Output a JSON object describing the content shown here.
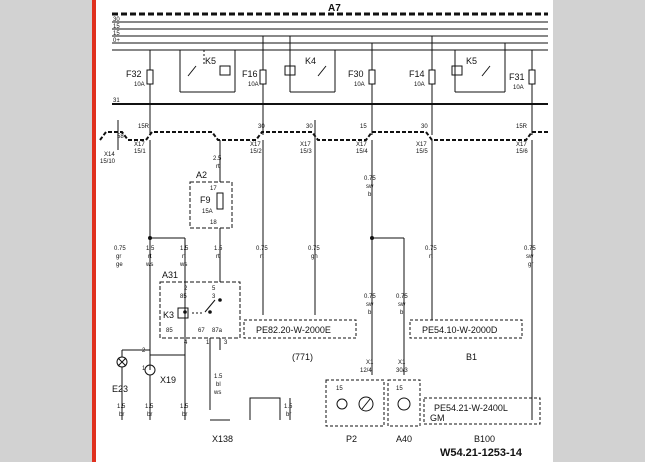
{
  "diagram": {
    "module_label": "A7",
    "bus_labels": [
      "30",
      "15",
      "15",
      "0+"
    ],
    "ground_bus_label": "31",
    "fuses": [
      {
        "name": "F32",
        "rating": "10A"
      },
      {
        "name": "F16",
        "rating": "10A"
      },
      {
        "name": "F30",
        "rating": "10A"
      },
      {
        "name": "F14",
        "rating": "10A"
      },
      {
        "name": "F31",
        "rating": "10A"
      }
    ],
    "relays": [
      "K5",
      "K4",
      "K5"
    ],
    "bus_taps": [
      "15R",
      "30",
      "30",
      "15",
      "30",
      "15R"
    ],
    "left_stub_label": "58",
    "connectors": [
      {
        "name": "X14",
        "pin": "15/10"
      },
      {
        "name": "X17",
        "pin": "15/1"
      },
      {
        "name": "X17",
        "pin": "15/2"
      },
      {
        "name": "X17",
        "pin": "15/3"
      },
      {
        "name": "X17",
        "pin": "15/4"
      },
      {
        "name": "X17",
        "pin": "15/5"
      },
      {
        "name": "X17",
        "pin": "15/6"
      }
    ],
    "a2": {
      "name": "A2",
      "fuse": "F9",
      "rating": "15A",
      "pins": [
        "17",
        "18"
      ],
      "wire_size": "2.5",
      "wire_color": "rt"
    },
    "wires": [
      {
        "size": "0.75",
        "color": "gr",
        "color2": "ge"
      },
      {
        "size": "1.5",
        "color": "rt",
        "color2": "ws"
      },
      {
        "size": "1.5",
        "color": "rt",
        "color2": "ws"
      },
      {
        "size": "1.5",
        "color": "rt",
        "color2": ""
      },
      {
        "size": "0.75",
        "color": "rt",
        "color2": ""
      },
      {
        "size": "0.75",
        "color": "gn",
        "color2": ""
      },
      {
        "size": "0.75",
        "color": "sw",
        "color2": "bl"
      },
      {
        "size": "0.75",
        "color": "rt",
        "color2": ""
      },
      {
        "size": "0.75",
        "color": "sw",
        "color2": "gr"
      }
    ],
    "wires_lower": [
      {
        "size": "0.75",
        "color": "sw",
        "color2": "bl"
      },
      {
        "size": "0.75",
        "color": "sw",
        "color2": "bl"
      }
    ],
    "a31": {
      "name": "A31",
      "relay": "K3",
      "pins_top": [
        "2",
        "85",
        "5",
        "3"
      ],
      "pins_mid": [
        "86",
        "87"
      ],
      "pins_bottom": [
        "85",
        "67",
        "87a",
        "4",
        "1",
        "3"
      ]
    },
    "refs": [
      {
        "code": "PE82.20-W-2000E",
        "label": "(771)"
      },
      {
        "code": "PE54.10-W-2000D",
        "label": "B1"
      },
      {
        "code": "PE54.21-W-2400L",
        "label": "GM"
      }
    ],
    "components": [
      "E23",
      "X19",
      "X138",
      "P2",
      "A40",
      "B100"
    ],
    "bottom_wires": [
      {
        "size": "1.5",
        "color": "br"
      },
      {
        "size": "1.5",
        "color": "br"
      },
      {
        "size": "1.5",
        "color": "br"
      },
      {
        "size": "1.5",
        "color": "br"
      }
    ],
    "bottom_labels": [
      "2",
      "1",
      "1.5",
      "bl",
      "ws"
    ],
    "x1_labels": [
      "X1",
      "12/4",
      "X1",
      "30/3"
    ],
    "p2_pin": "15",
    "a40_pin": "15",
    "diagram_id": "W54.21-1253-14"
  }
}
